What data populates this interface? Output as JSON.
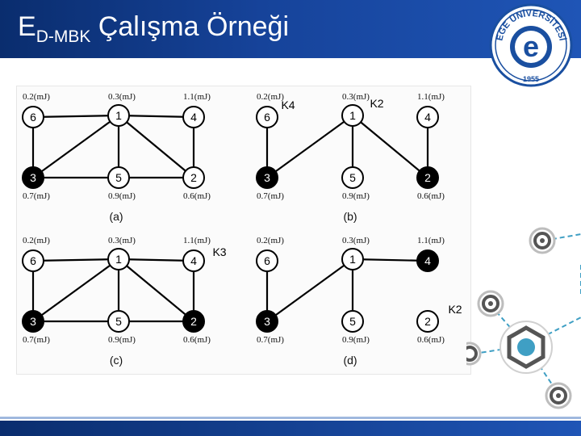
{
  "title": {
    "main": "E",
    "subscript": "D-MBK",
    "rest": " Çalışma Örneği"
  },
  "logo": {
    "text_top": "EGE ÜNİVERSİTESİ",
    "letter": "e",
    "year": "1955"
  },
  "panels": [
    {
      "id": "a",
      "caption": "(a)",
      "energies": {
        "n6": "0.2(mJ)",
        "n1": "0.3(mJ)",
        "n4": "1.1(mJ)",
        "n3": "0.7(mJ)",
        "n5": "0.9(mJ)",
        "n2": "0.6(mJ)"
      },
      "nodes": [
        {
          "id": "6",
          "label": "6",
          "fill": "white"
        },
        {
          "id": "1",
          "label": "1",
          "fill": "white"
        },
        {
          "id": "4",
          "label": "4",
          "fill": "white"
        },
        {
          "id": "3",
          "label": "3",
          "fill": "black"
        },
        {
          "id": "5",
          "label": "5",
          "fill": "white"
        },
        {
          "id": "2",
          "label": "2",
          "fill": "white"
        }
      ],
      "edges": [
        [
          "6",
          "1"
        ],
        [
          "1",
          "4"
        ],
        [
          "6",
          "3"
        ],
        [
          "3",
          "1"
        ],
        [
          "1",
          "5"
        ],
        [
          "1",
          "2"
        ],
        [
          "4",
          "2"
        ],
        [
          "3",
          "5"
        ],
        [
          "5",
          "2"
        ]
      ],
      "cluster_labels": []
    },
    {
      "id": "b",
      "caption": "(b)",
      "energies": {
        "n6": "0.2(mJ)",
        "n1": "0.3(mJ)",
        "n4": "1.1(mJ)",
        "n3": "0.7(mJ)",
        "n5": "0.9(mJ)",
        "n2": "0.6(mJ)"
      },
      "nodes": [
        {
          "id": "6",
          "label": "6",
          "fill": "white"
        },
        {
          "id": "1",
          "label": "1",
          "fill": "white"
        },
        {
          "id": "4",
          "label": "4",
          "fill": "white"
        },
        {
          "id": "3",
          "label": "3",
          "fill": "black"
        },
        {
          "id": "5",
          "label": "5",
          "fill": "white"
        },
        {
          "id": "2",
          "label": "2",
          "fill": "black"
        }
      ],
      "edges": [
        [
          "6",
          "3"
        ],
        [
          "3",
          "1"
        ],
        [
          "1",
          "5"
        ],
        [
          "1",
          "2"
        ],
        [
          "4",
          "2"
        ]
      ],
      "cluster_labels": [
        {
          "text": "K4",
          "node": "6"
        },
        {
          "text": "K2",
          "node": "1"
        }
      ]
    },
    {
      "id": "c",
      "caption": "(c)",
      "energies": {
        "n6": "0.2(mJ)",
        "n1": "0.3(mJ)",
        "n4": "1.1(mJ)",
        "n3": "0.7(mJ)",
        "n5": "0.9(mJ)",
        "n2": "0.6(mJ)"
      },
      "nodes": [
        {
          "id": "6",
          "label": "6",
          "fill": "white"
        },
        {
          "id": "1",
          "label": "1",
          "fill": "white"
        },
        {
          "id": "4",
          "label": "4",
          "fill": "white"
        },
        {
          "id": "3",
          "label": "3",
          "fill": "black"
        },
        {
          "id": "5",
          "label": "5",
          "fill": "white"
        },
        {
          "id": "2",
          "label": "2",
          "fill": "black"
        }
      ],
      "edges": [
        [
          "6",
          "1"
        ],
        [
          "1",
          "4"
        ],
        [
          "6",
          "3"
        ],
        [
          "3",
          "1"
        ],
        [
          "1",
          "5"
        ],
        [
          "1",
          "2"
        ],
        [
          "4",
          "2"
        ],
        [
          "3",
          "5"
        ],
        [
          "5",
          "2"
        ]
      ],
      "cluster_labels": [
        {
          "text": "K3",
          "node": "4"
        }
      ]
    },
    {
      "id": "d",
      "caption": "(d)",
      "energies": {
        "n6": "0.2(mJ)",
        "n1": "0.3(mJ)",
        "n4": "1.1(mJ)",
        "n3": "0.7(mJ)",
        "n5": "0.9(mJ)",
        "n2": "0.6(mJ)"
      },
      "nodes": [
        {
          "id": "6",
          "label": "6",
          "fill": "white"
        },
        {
          "id": "1",
          "label": "1",
          "fill": "white"
        },
        {
          "id": "4",
          "label": "4",
          "fill": "black"
        },
        {
          "id": "3",
          "label": "3",
          "fill": "black"
        },
        {
          "id": "5",
          "label": "5",
          "fill": "white"
        },
        {
          "id": "2",
          "label": "2",
          "fill": "white"
        }
      ],
      "edges": [
        [
          "6",
          "3"
        ],
        [
          "3",
          "1"
        ],
        [
          "1",
          "5"
        ],
        [
          "1",
          "4"
        ]
      ],
      "cluster_labels": [
        {
          "text": "K2",
          "node": "2"
        }
      ]
    }
  ],
  "colors": {
    "header": "#16439a",
    "logo_blue": "#1a4fa0",
    "deco_teal": "#3f9fc4"
  }
}
